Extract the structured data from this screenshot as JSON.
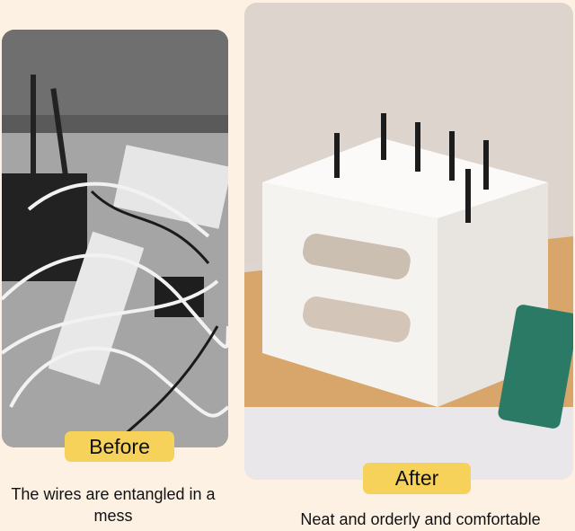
{
  "before": {
    "label": "Before",
    "caption": "The wires are entangled in a mess"
  },
  "after": {
    "label": "After",
    "caption": "Neat and orderly and comfortable"
  },
  "colors": {
    "background": "#fdf1e4",
    "label": "#f7d25a"
  }
}
